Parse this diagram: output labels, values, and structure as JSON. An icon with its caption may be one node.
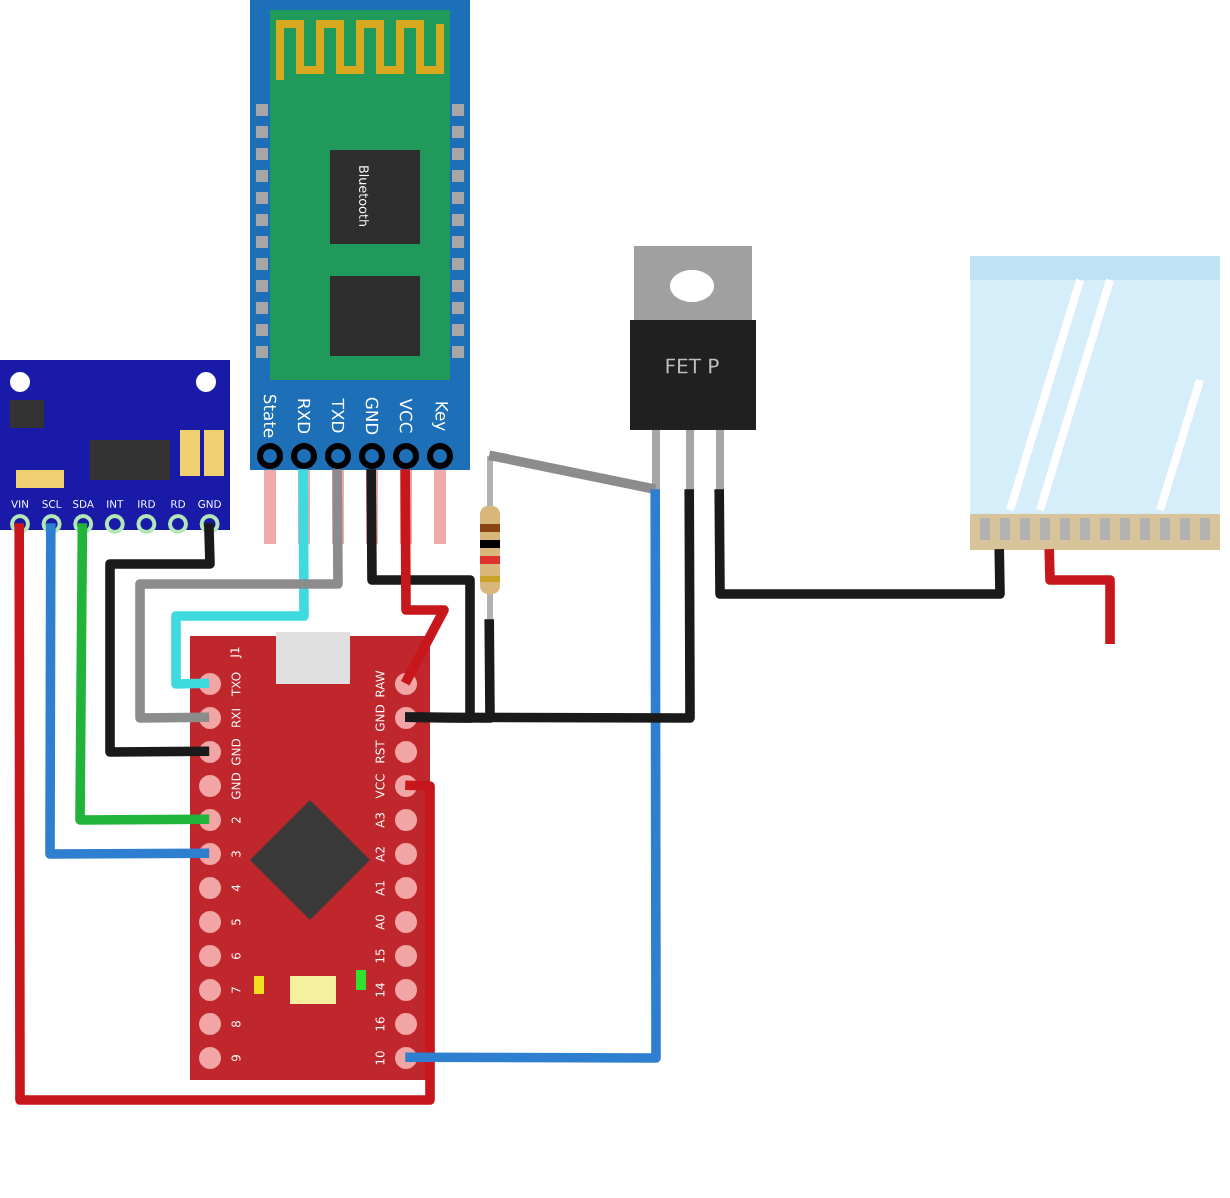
{
  "diagram": {
    "nodes": [
      {
        "text": [
          "Bluetooth",
          "State",
          "RXD",
          "TXD",
          "GND",
          "VCC",
          "Key"
        ]
      },
      {
        "text": [
          "VIN",
          "SCL",
          "SDA",
          "INT",
          "IRD",
          "RD",
          "GND"
        ]
      },
      {
        "text": [
          "J1",
          "TXO",
          "RXI",
          "GND",
          "GND",
          "2",
          "3",
          "4",
          "5",
          "6",
          "7",
          "8",
          "9",
          "RAW",
          "GND",
          "RST",
          "VCC",
          "A3",
          "A2",
          "A1",
          "A0",
          "15",
          "14",
          "16",
          "10"
        ]
      },
      {
        "text": [
          "FET P"
        ]
      },
      {
        "text": [],
        "shape": "resistor"
      },
      {
        "text": [],
        "shape": "picture"
      }
    ],
    "edges": [
      {
        "from": 1,
        "to": 2,
        "arrow": "none",
        "color": "#c8161d"
      },
      {
        "from": 1,
        "to": 2,
        "arrow": "none",
        "color": "#2f7fd0"
      },
      {
        "from": 1,
        "to": 2,
        "arrow": "none",
        "color": "#22b33a"
      },
      {
        "from": 1,
        "to": 2,
        "arrow": "none"
      },
      {
        "from": 0,
        "to": 2,
        "arrow": "none",
        "color": "#3fd9e0"
      },
      {
        "from": 0,
        "to": 2,
        "arrow": "none",
        "color": "#8c8c8c"
      },
      {
        "from": 0,
        "to": 2,
        "arrow": "none"
      },
      {
        "from": 0,
        "to": 2,
        "arrow": "none",
        "color": "#c8161d"
      },
      {
        "from": 4,
        "to": 3,
        "arrow": "none",
        "color": "#8c8c8c"
      },
      {
        "from": 4,
        "to": 2,
        "arrow": "none"
      },
      {
        "from": 3,
        "to": 2,
        "arrow": "none",
        "color": "#2f7fd0"
      },
      {
        "from": 3,
        "to": 2,
        "arrow": "none"
      },
      {
        "from": 3,
        "to": 5,
        "arrow": "none"
      },
      {
        "from": 5,
        "to": null,
        "arrow": "none",
        "color": "#c8161d"
      }
    ]
  }
}
